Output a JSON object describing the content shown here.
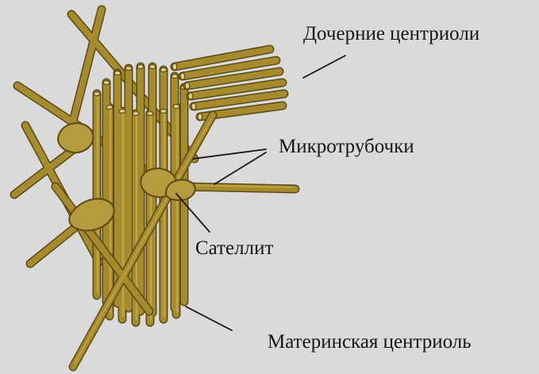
{
  "labels": {
    "daughter_centrioles": "Дочерние центриоли",
    "microtubules": "Микротрубочки",
    "satellite": "Сателлит",
    "mother_centriole": "Материнская центриоль"
  },
  "colors": {
    "background": "#dadada",
    "tube_fill": "#a58a2e",
    "tube_outline": "#5a4a14",
    "tube_highlight": "#cdb14f",
    "satellite_fill": "#b59a3e",
    "text": "#161616",
    "leader_line": "#161616"
  }
}
